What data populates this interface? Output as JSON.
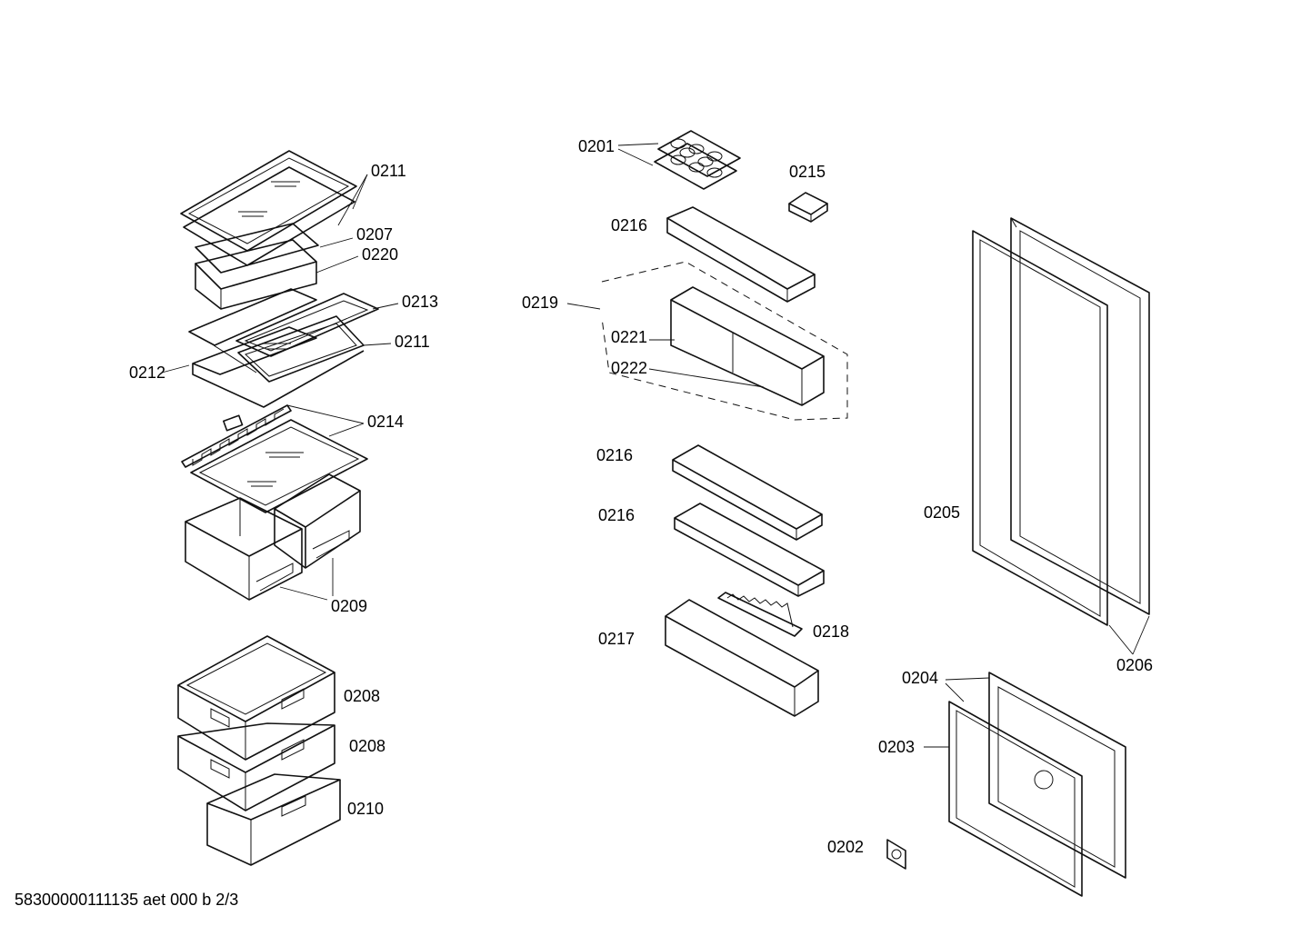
{
  "labels": {
    "l0211a": "0211",
    "l0207": "0207",
    "l0220": "0220",
    "l0213": "0213",
    "l0211b": "0211",
    "l0212": "0212",
    "l0214": "0214",
    "l0209": "0209",
    "l0208a": "0208",
    "l0208b": "0208",
    "l0210": "0210",
    "l0201": "0201",
    "l0215": "0215",
    "l0216a": "0216",
    "l0219": "0219",
    "l0221": "0221",
    "l0222": "0222",
    "l0216b": "0216",
    "l0216c": "0216",
    "l0217": "0217",
    "l0218": "0218",
    "l0205": "0205",
    "l0206": "0206",
    "l0204": "0204",
    "l0203": "0203",
    "l0202": "0202"
  },
  "footer": "58300000111135 aet 000 b 2/3"
}
